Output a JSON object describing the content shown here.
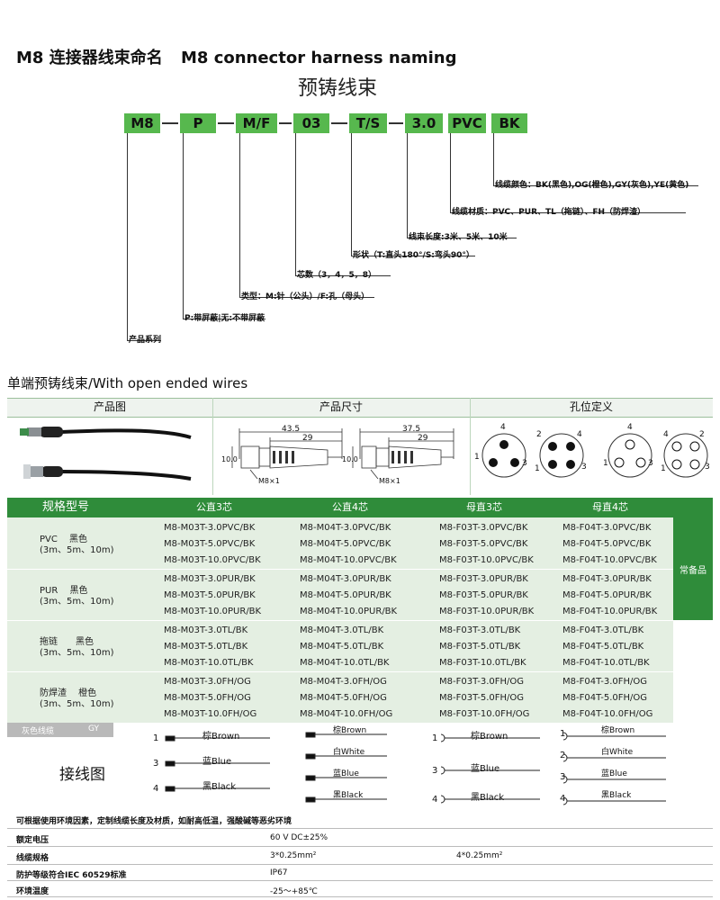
{
  "header": {
    "title_cn": "M8 连接器线束命名",
    "title_en": "M8 connector harness naming",
    "subtitle": "预铸线束"
  },
  "code": {
    "segments": [
      "M8",
      "P",
      "M/F",
      "03",
      "T/S",
      "3.0",
      "PVC",
      "BK"
    ],
    "descriptions": {
      "color": "线缆颜色：BK(黑色),OG(橙色),GY(灰色),YE(黄色)",
      "material": "线缆材质：PVC、PUR、TL（拖链）、FH（防焊渣）",
      "length": "线束长度:3米、5米、10米",
      "shape": "形状（T:直头180°/S:弯头90°）",
      "cores": "芯数（3，4，5，8）",
      "type": "类型：M:针（公头）/F:孔（母头）",
      "shield": "P:带屏蔽|无:不带屏蔽",
      "series": "产品系列"
    }
  },
  "section": {
    "title": "单端预铸线束/With open ended wires",
    "col_headers": [
      "产品图",
      "产品尺寸",
      "孔位定义"
    ],
    "dims": {
      "male": {
        "total": "43.5",
        "body": "29",
        "dia": "10.0",
        "thread": "M8×1"
      },
      "female": {
        "total": "37.5",
        "body": "29",
        "dia": "10.0",
        "thread": "M8×1"
      }
    },
    "pins": {
      "a": [
        "4",
        "1",
        "3"
      ],
      "b": [
        "2",
        "4",
        "1",
        "3"
      ],
      "c": [
        "4",
        "1",
        "3"
      ],
      "d": [
        "4",
        "2",
        "1",
        "3"
      ]
    }
  },
  "table": {
    "header": [
      "规格型号",
      "公直3芯",
      "公直4芯",
      "母直3芯",
      "母直4芯"
    ],
    "stock_label": "常备品",
    "groups": [
      {
        "label1": "PVC　 黑色",
        "label2": "(3m、5m、10m)",
        "rows": [
          [
            "M8-M03T-3.0PVC/BK",
            "M8-M04T-3.0PVC/BK",
            "M8-F03T-3.0PVC/BK",
            "M8-F04T-3.0PVC/BK"
          ],
          [
            "M8-M03T-5.0PVC/BK",
            "M8-M04T-5.0PVC/BK",
            "M8-F03T-5.0PVC/BK",
            "M8-F04T-5.0PVC/BK"
          ],
          [
            "M8-M03T-10.0PVC/BK",
            "M8-M04T-10.0PVC/BK",
            "M8-F03T-10.0PVC/BK",
            "M8-F04T-10.0PVC/BK"
          ]
        ]
      },
      {
        "label1": "PUR　 黑色",
        "label2": "(3m、5m、10m)",
        "rows": [
          [
            "M8-M03T-3.0PUR/BK",
            "M8-M04T-3.0PUR/BK",
            "M8-F03T-3.0PUR/BK",
            "M8-F04T-3.0PUR/BK"
          ],
          [
            "M8-M03T-5.0PUR/BK",
            "M8-M04T-5.0PUR/BK",
            "M8-F03T-5.0PUR/BK",
            "M8-F04T-5.0PUR/BK"
          ],
          [
            "M8-M03T-10.0PUR/BK",
            "M8-M04T-10.0PUR/BK",
            "M8-F03T-10.0PUR/BK",
            "M8-F04T-10.0PUR/BK"
          ]
        ]
      },
      {
        "label1": "拖链　　黑色",
        "label2": "(3m、5m、10m)",
        "rows": [
          [
            "M8-M03T-3.0TL/BK",
            "M8-M04T-3.0TL/BK",
            "M8-F03T-3.0TL/BK",
            "M8-F04T-3.0TL/BK"
          ],
          [
            "M8-M03T-5.0TL/BK",
            "M8-M04T-5.0TL/BK",
            "M8-F03T-5.0TL/BK",
            "M8-F04T-5.0TL/BK"
          ],
          [
            "M8-M03T-10.0TL/BK",
            "M8-M04T-10.0TL/BK",
            "M8-F03T-10.0TL/BK",
            "M8-F04T-10.0TL/BK"
          ]
        ]
      },
      {
        "label1": "防焊渣　 橙色",
        "label2": "(3m、5m、10m)",
        "rows": [
          [
            "M8-M03T-3.0FH/OG",
            "M8-M04T-3.0FH/OG",
            "M8-F03T-3.0FH/OG",
            "M8-F04T-3.0FH/OG"
          ],
          [
            "M8-M03T-5.0FH/OG",
            "M8-M04T-5.0FH/OG",
            "M8-F03T-5.0FH/OG",
            "M8-F04T-5.0FH/OG"
          ],
          [
            "M8-M03T-10.0FH/OG",
            "M8-M04T-10.0FH/OG",
            "M8-F03T-10.0FH/OG",
            "M8-F04T-10.0FH/OG"
          ]
        ]
      }
    ],
    "gy_label": "灰色线缆",
    "gy_code": "GY"
  },
  "wiring": {
    "title": "接线图",
    "pin_nums": [
      "1",
      "3",
      "4"
    ],
    "pin_nums4": [
      "1",
      "2",
      "3",
      "4"
    ],
    "colors3": [
      "棕Brown",
      "蓝Blue",
      "黑Black"
    ],
    "colors4": [
      "棕Brown",
      "白White",
      "蓝Blue",
      "黑Black"
    ]
  },
  "specs": {
    "note": "可根据使用环境因素，定制线缆长度及材质，如耐高低温，强酸碱等恶劣环境",
    "rows": [
      {
        "k": "额定电压",
        "v": "60 V DC±25%",
        "v2": ""
      },
      {
        "k": "线缆规格",
        "v": "3*0.25mm²",
        "v2": "4*0.25mm²"
      },
      {
        "k": "防护等级符合IEC 60529标准",
        "v": "IP67",
        "v2": ""
      },
      {
        "k": "环境温度",
        "v": "-25～+85℃",
        "v2": ""
      }
    ]
  },
  "colors": {
    "accent_green": "#57b84e",
    "dark_green": "#2f8c3a",
    "row_bg": "#e4efe2"
  }
}
